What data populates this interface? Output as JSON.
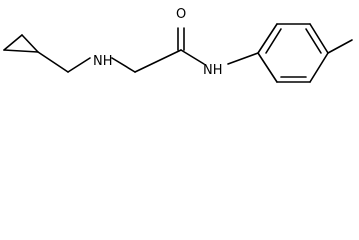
{
  "molecule": {
    "atoms": {
      "amine_nh": "NH",
      "carbonyl_o": "O",
      "amide_nh": "NH"
    },
    "colors": {
      "bond": "#000000",
      "label": "#000000",
      "background": "#ffffff"
    }
  }
}
